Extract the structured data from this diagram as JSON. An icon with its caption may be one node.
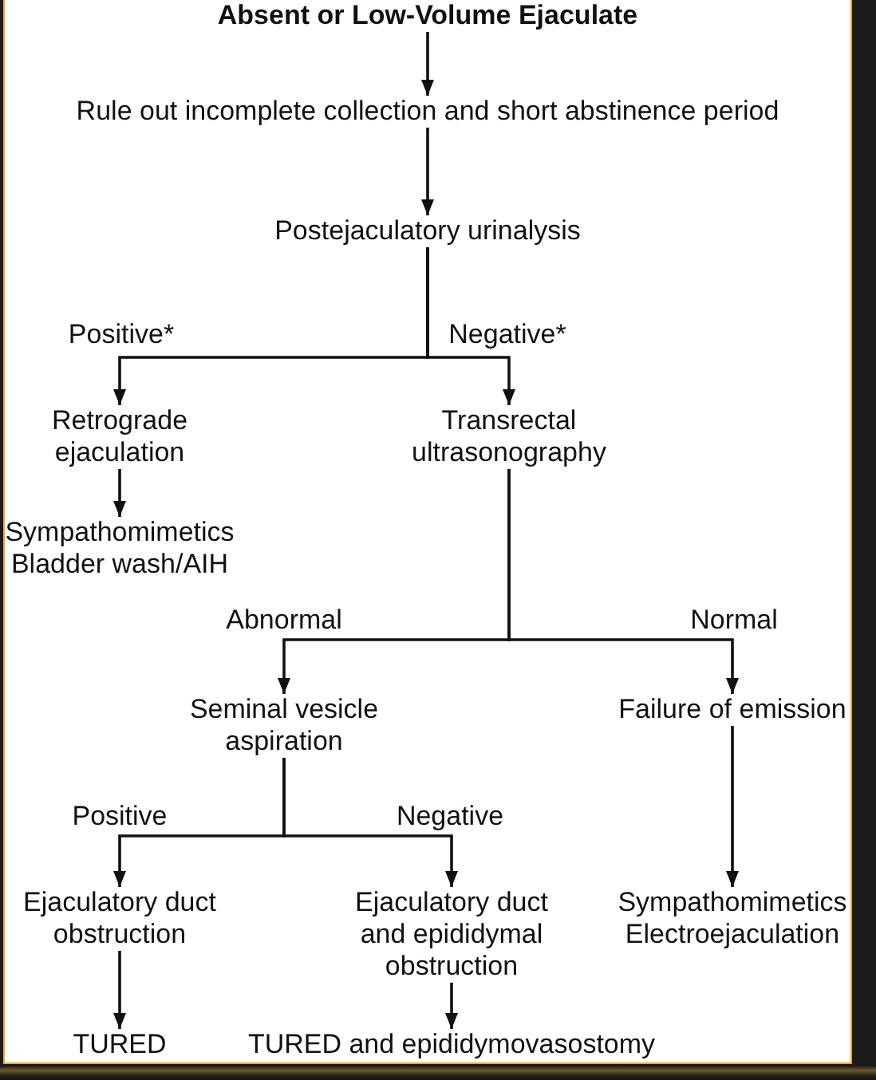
{
  "diagram": {
    "nodes": [
      {
        "text": [
          "Absent or Low-Volume Ejaculate"
        ]
      },
      {
        "text": [
          "Rule out incomplete collection and short abstinence period"
        ]
      },
      {
        "text": [
          "Postejaculatory urinalysis"
        ]
      },
      {
        "text": [
          "Retrograde ejaculation"
        ]
      },
      {
        "text": [
          "Transrectal ultrasonography"
        ]
      },
      {
        "text": [
          "Sympathomimetics",
          "Bladder wash/AIH"
        ]
      },
      {
        "text": [
          "Seminal vesicle aspiration"
        ]
      },
      {
        "text": [
          "Failure of emission"
        ]
      },
      {
        "text": [
          "Ejaculatory duct obstruction"
        ]
      },
      {
        "text": [
          "Ejaculatory duct and epididymal obstruction"
        ]
      },
      {
        "text": [
          "Sympathomimetics",
          "Electroejaculation"
        ]
      },
      {
        "text": [
          "TURED"
        ]
      },
      {
        "text": [
          "TURED and epididymovasostomy"
        ]
      }
    ],
    "edges": [
      {
        "from": 0,
        "to": 1,
        "arrow": "to"
      },
      {
        "from": 1,
        "to": 2,
        "arrow": "to"
      },
      {
        "from": 2,
        "to": 3,
        "arrow": "to",
        "label": "Positive*"
      },
      {
        "from": 2,
        "to": 4,
        "arrow": "to",
        "label": "Negative*"
      },
      {
        "from": 3,
        "to": 5,
        "arrow": "to"
      },
      {
        "from": 4,
        "to": 6,
        "arrow": "to",
        "label": "Abnormal"
      },
      {
        "from": 4,
        "to": 7,
        "arrow": "to",
        "label": "Normal"
      },
      {
        "from": 6,
        "to": 8,
        "arrow": "to",
        "label": "Positive"
      },
      {
        "from": 6,
        "to": 9,
        "arrow": "to",
        "label": "Negative"
      },
      {
        "from": 7,
        "to": 10,
        "arrow": "to"
      },
      {
        "from": 8,
        "to": 11,
        "arrow": "to"
      },
      {
        "from": 9,
        "to": 12,
        "arrow": "to"
      }
    ]
  }
}
